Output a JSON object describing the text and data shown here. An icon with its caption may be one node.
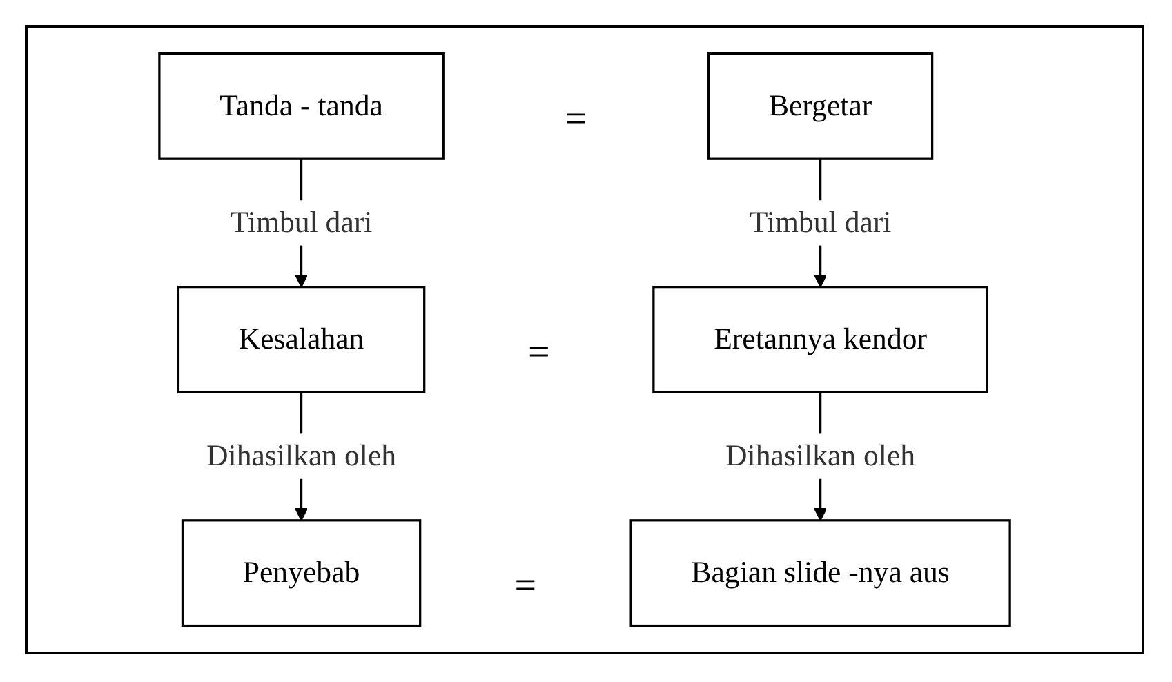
{
  "diagram": {
    "nodes": [
      {
        "text": [
          "Tanda - tanda"
        ]
      },
      {
        "text": [
          "Bergetar"
        ]
      },
      {
        "text": [
          "Kesalahan"
        ]
      },
      {
        "text": [
          "Eretannya kendor"
        ]
      },
      {
        "text": [
          "Penyebab"
        ]
      },
      {
        "text": [
          "Bagian slide -nya aus"
        ]
      }
    ],
    "edges": [
      {
        "from": 0,
        "to": 2,
        "arrow": "to",
        "label": "Timbul dari"
      },
      {
        "from": 1,
        "to": 3,
        "arrow": "to",
        "label": "Timbul dari"
      },
      {
        "from": 2,
        "to": 4,
        "arrow": "to",
        "label": "Dihasilkan oleh"
      },
      {
        "from": 3,
        "to": 5,
        "arrow": "to",
        "label": "Dihasilkan oleh"
      }
    ],
    "labels": [
      "=",
      "=",
      "="
    ]
  }
}
